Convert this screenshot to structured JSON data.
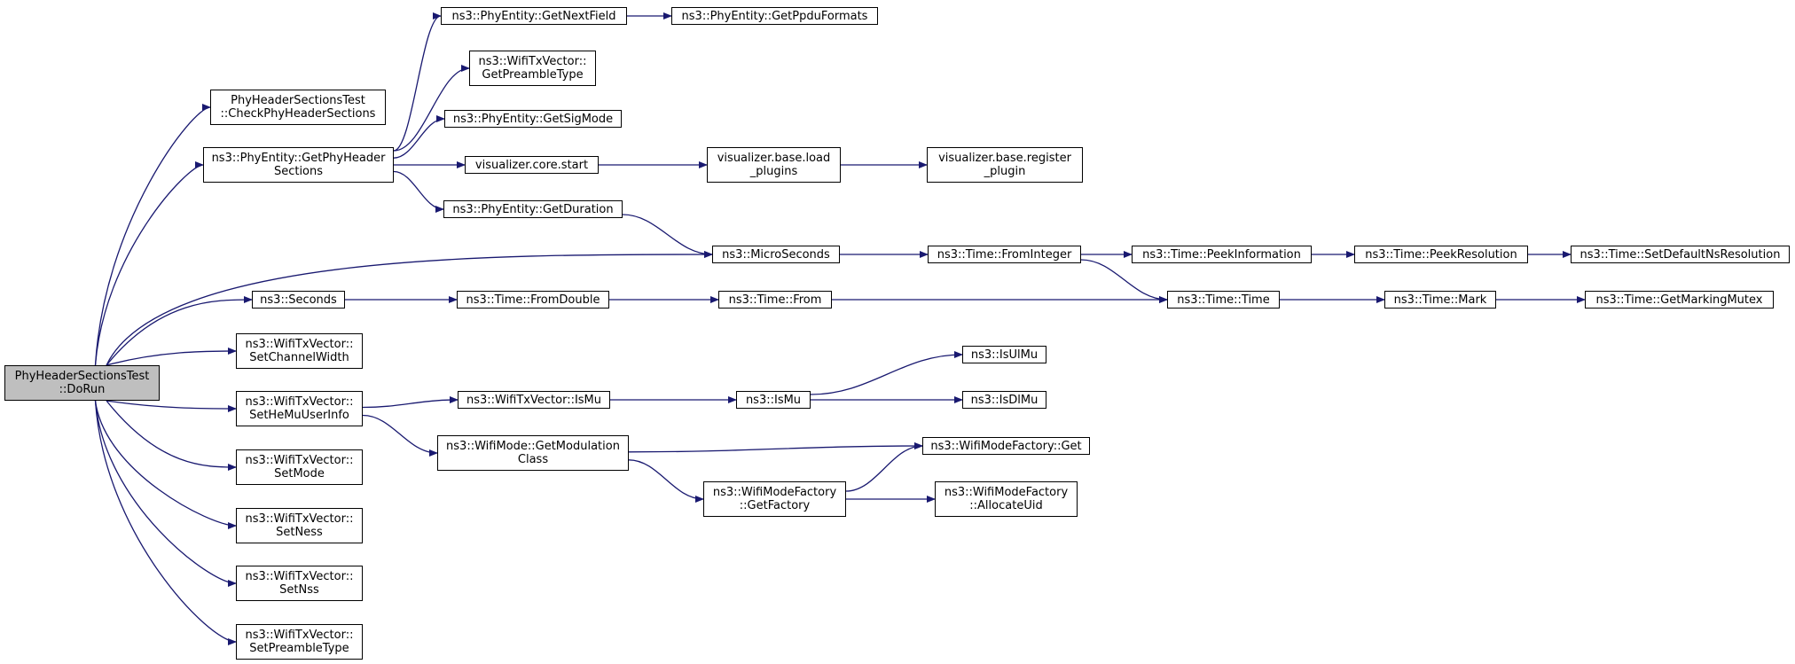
{
  "colors": {
    "edge": "#191970",
    "root_fill": "#bfbfbf",
    "node_fill": "#ffffff",
    "border": "#000000"
  },
  "nodes": [
    {
      "id": "dorun",
      "lines": [
        "PhyHeaderSectionsTest",
        "::DoRun"
      ],
      "root": true
    },
    {
      "id": "check",
      "lines": [
        "PhyHeaderSectionsTest",
        "::CheckPhyHeaderSections"
      ]
    },
    {
      "id": "getphyhdr",
      "lines": [
        "ns3::PhyEntity::GetPhyHeader",
        "Sections"
      ]
    },
    {
      "id": "getnextfield",
      "lines": [
        "ns3::PhyEntity::GetNextField"
      ]
    },
    {
      "id": "getppdu",
      "lines": [
        "ns3::PhyEntity::GetPpduFormats"
      ]
    },
    {
      "id": "getpreamble",
      "lines": [
        "ns3::WifiTxVector::",
        "GetPreambleType"
      ]
    },
    {
      "id": "getsigmode",
      "lines": [
        "ns3::PhyEntity::GetSigMode"
      ]
    },
    {
      "id": "vcorestart",
      "lines": [
        "visualizer.core.start"
      ]
    },
    {
      "id": "vbaseload",
      "lines": [
        "visualizer.base.load",
        "_plugins"
      ]
    },
    {
      "id": "vbasereg",
      "lines": [
        "visualizer.base.register",
        "_plugin"
      ]
    },
    {
      "id": "getduration",
      "lines": [
        "ns3::PhyEntity::GetDuration"
      ]
    },
    {
      "id": "micro",
      "lines": [
        "ns3::MicroSeconds"
      ]
    },
    {
      "id": "frominteger",
      "lines": [
        "ns3::Time::FromInteger"
      ]
    },
    {
      "id": "peekinfo",
      "lines": [
        "ns3::Time::PeekInformation"
      ]
    },
    {
      "id": "peekres",
      "lines": [
        "ns3::Time::PeekResolution"
      ]
    },
    {
      "id": "setdefault",
      "lines": [
        "ns3::Time::SetDefaultNsResolution"
      ]
    },
    {
      "id": "seconds",
      "lines": [
        "ns3::Seconds"
      ]
    },
    {
      "id": "fromdouble",
      "lines": [
        "ns3::Time::FromDouble"
      ]
    },
    {
      "id": "from",
      "lines": [
        "ns3::Time::From"
      ]
    },
    {
      "id": "time",
      "lines": [
        "ns3::Time::Time"
      ]
    },
    {
      "id": "mark",
      "lines": [
        "ns3::Time::Mark"
      ]
    },
    {
      "id": "getmarking",
      "lines": [
        "ns3::Time::GetMarkingMutex"
      ]
    },
    {
      "id": "setchannel",
      "lines": [
        "ns3::WifiTxVector::",
        "SetChannelWidth"
      ]
    },
    {
      "id": "sethemu",
      "lines": [
        "ns3::WifiTxVector::",
        "SetHeMuUserInfo"
      ]
    },
    {
      "id": "ismuvec",
      "lines": [
        "ns3::WifiTxVector::IsMu"
      ]
    },
    {
      "id": "ismu",
      "lines": [
        "ns3::IsMu"
      ]
    },
    {
      "id": "isulmu",
      "lines": [
        "ns3::IsUlMu"
      ]
    },
    {
      "id": "isdlmu",
      "lines": [
        "ns3::IsDlMu"
      ]
    },
    {
      "id": "getmodclass",
      "lines": [
        "ns3::WifiMode::GetModulation",
        "Class"
      ]
    },
    {
      "id": "factoryget",
      "lines": [
        "ns3::WifiModeFactory::Get"
      ]
    },
    {
      "id": "getfactory",
      "lines": [
        "ns3::WifiModeFactory",
        "::GetFactory"
      ]
    },
    {
      "id": "allocuid",
      "lines": [
        "ns3::WifiModeFactory",
        "::AllocateUid"
      ]
    },
    {
      "id": "setmode",
      "lines": [
        "ns3::WifiTxVector::",
        "SetMode"
      ]
    },
    {
      "id": "setness",
      "lines": [
        "ns3::WifiTxVector::",
        "SetNess"
      ]
    },
    {
      "id": "setnss",
      "lines": [
        "ns3::WifiTxVector::",
        "SetNss"
      ]
    },
    {
      "id": "setpreamble",
      "lines": [
        "ns3::WifiTxVector::",
        "SetPreambleType"
      ]
    }
  ],
  "edges": [
    {
      "from": "dorun",
      "to": "check"
    },
    {
      "from": "dorun",
      "to": "getphyhdr"
    },
    {
      "from": "dorun",
      "to": "micro"
    },
    {
      "from": "dorun",
      "to": "seconds"
    },
    {
      "from": "dorun",
      "to": "setchannel"
    },
    {
      "from": "dorun",
      "to": "sethemu"
    },
    {
      "from": "dorun",
      "to": "setmode"
    },
    {
      "from": "dorun",
      "to": "setness"
    },
    {
      "from": "dorun",
      "to": "setnss"
    },
    {
      "from": "dorun",
      "to": "setpreamble"
    },
    {
      "from": "getphyhdr",
      "to": "getnextfield"
    },
    {
      "from": "getphyhdr",
      "to": "getpreamble"
    },
    {
      "from": "getphyhdr",
      "to": "getsigmode"
    },
    {
      "from": "getphyhdr",
      "to": "vcorestart"
    },
    {
      "from": "getphyhdr",
      "to": "getduration"
    },
    {
      "from": "getnextfield",
      "to": "getppdu"
    },
    {
      "from": "vcorestart",
      "to": "vbaseload"
    },
    {
      "from": "vbaseload",
      "to": "vbasereg"
    },
    {
      "from": "getduration",
      "to": "micro"
    },
    {
      "from": "micro",
      "to": "frominteger"
    },
    {
      "from": "frominteger",
      "to": "peekinfo"
    },
    {
      "from": "frominteger",
      "to": "time"
    },
    {
      "from": "peekinfo",
      "to": "peekres"
    },
    {
      "from": "peekres",
      "to": "setdefault"
    },
    {
      "from": "seconds",
      "to": "fromdouble"
    },
    {
      "from": "fromdouble",
      "to": "from"
    },
    {
      "from": "from",
      "to": "time"
    },
    {
      "from": "time",
      "to": "mark"
    },
    {
      "from": "mark",
      "to": "getmarking"
    },
    {
      "from": "sethemu",
      "to": "ismuvec"
    },
    {
      "from": "sethemu",
      "to": "getmodclass"
    },
    {
      "from": "ismuvec",
      "to": "ismu"
    },
    {
      "from": "ismu",
      "to": "isulmu"
    },
    {
      "from": "ismu",
      "to": "isdlmu"
    },
    {
      "from": "getmodclass",
      "to": "factoryget"
    },
    {
      "from": "getmodclass",
      "to": "getfactory"
    },
    {
      "from": "getfactory",
      "to": "factoryget"
    },
    {
      "from": "getfactory",
      "to": "allocuid"
    }
  ]
}
